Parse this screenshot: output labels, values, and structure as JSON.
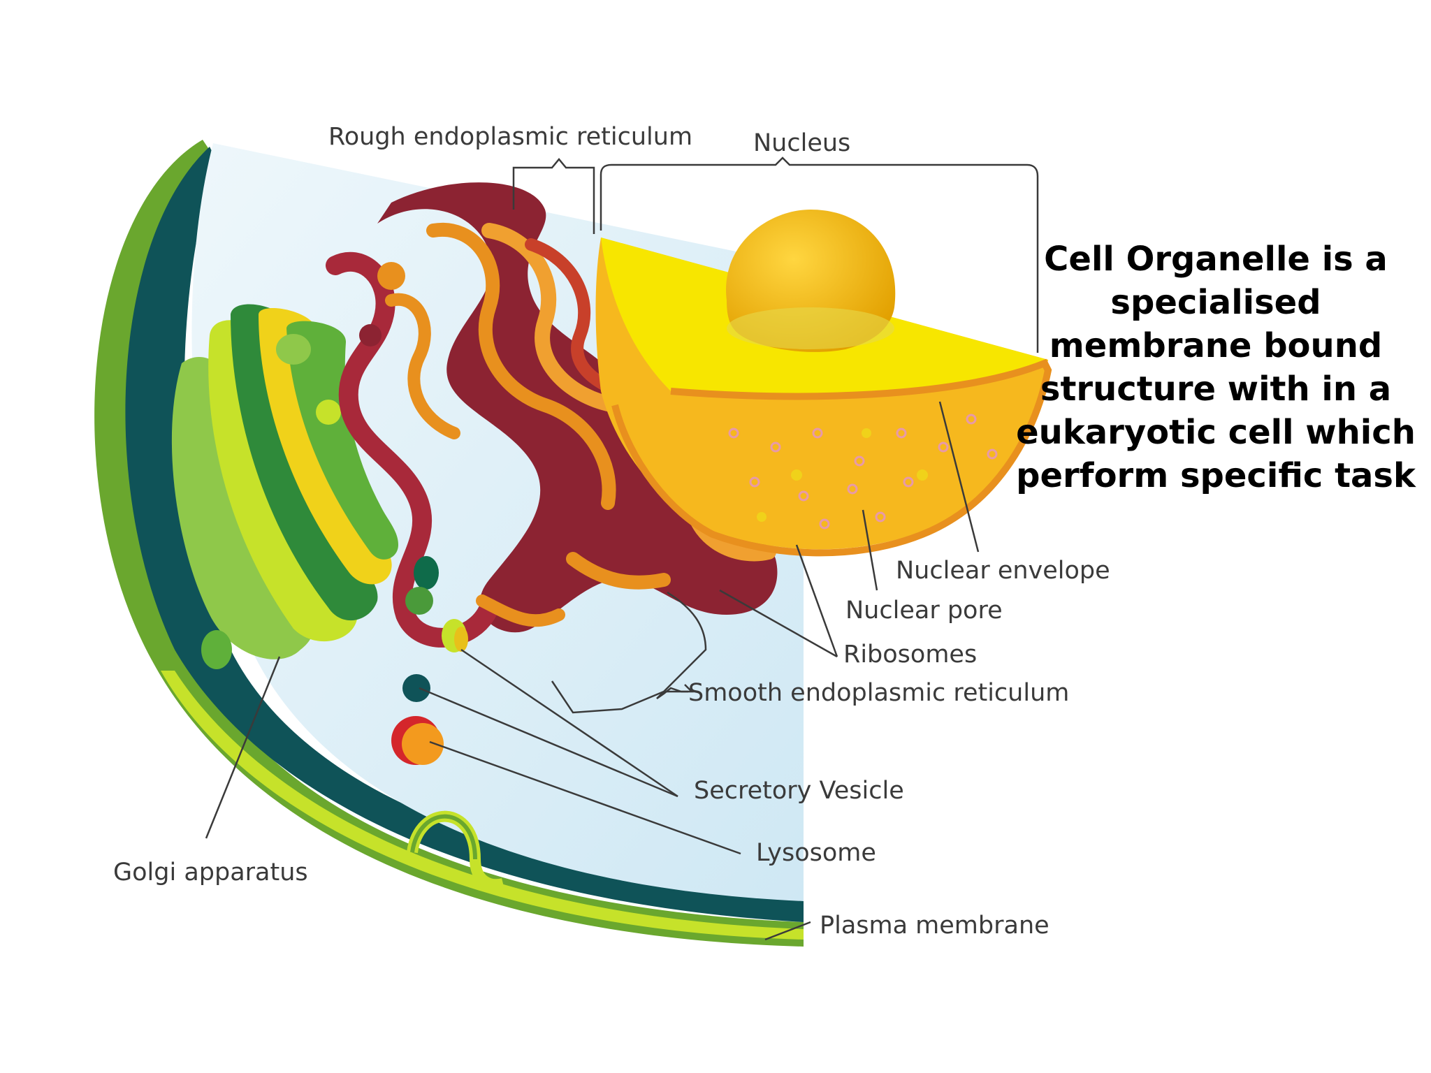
{
  "description": {
    "lines": [
      "Cell Organelle is a",
      "specialised",
      "membrane bound",
      "structure with in a",
      "eukaryotic cell which",
      "perform specific task"
    ]
  },
  "labels": {
    "rough_er": "Rough endoplasmic reticulum",
    "nucleus": "Nucleus",
    "nuclear_envelope": "Nuclear envelope",
    "nuclear_pore": "Nuclear pore",
    "ribosomes": "Ribosomes",
    "smooth_er": "Smooth endoplasmic reticulum",
    "secretory_vesicle": "Secretory Vesicle",
    "lysosome": "Lysosome",
    "golgi": "Golgi apparatus",
    "plasma_membrane": "Plasma membrane"
  },
  "colors": {
    "cytoplasm": "#d8ecf6",
    "cell_wall_dark": "#0f5358",
    "membrane_green": "#6aa72e",
    "membrane_lime": "#c6e22a",
    "golgi_light": "#8fc84a",
    "golgi_dark": "#2f8a3a",
    "er_red": "#8c2332",
    "er_orange": "#e8901e",
    "nucleus_yellow": "#f7e600",
    "nucleoplasm": "#f6b81e",
    "nucleolus": "#f0b000",
    "lysosome_red": "#d4262b",
    "lysosome_orange": "#f39a1e"
  }
}
